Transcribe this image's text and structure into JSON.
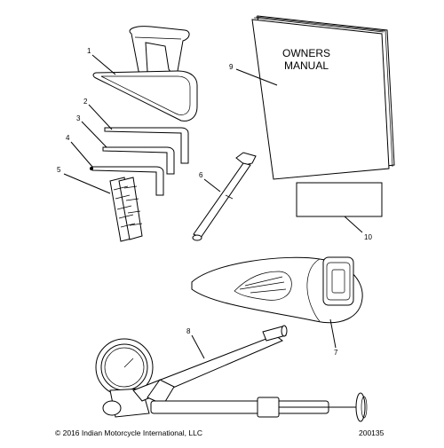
{
  "diagram": {
    "manual_cover_line1": "OWNERS",
    "manual_cover_line2": "MANUAL",
    "callouts": [
      "1",
      "2",
      "3",
      "4",
      "5",
      "6",
      "7",
      "8",
      "9",
      "10"
    ],
    "copyright": "© 2016 Indian Motorcycle International, LLC",
    "drawing_number": "200135"
  }
}
